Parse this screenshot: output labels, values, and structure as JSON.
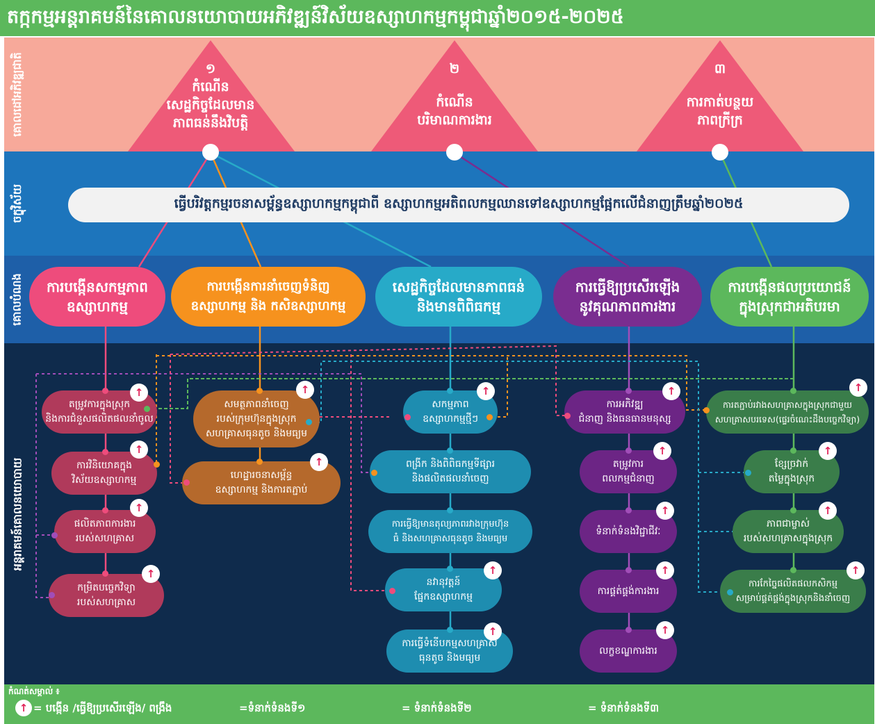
{
  "title": "តក្កកម្មអន្តរាគមន៍នៃគោលនយោបាយអភិវឌ្ឍន៍វិស័យឧស្សាហកម្មកម្ពុជាឆ្នាំ២០១៥-២០២៥",
  "section_labels": {
    "national_goals": "គោលដៅអភិវឌ្ឍជាតិ",
    "vision": "ចក្ខុវិស័យ",
    "objectives": "គោលបំណង",
    "interventions": "អន្តរាគមន៍គោលនយោបាយ"
  },
  "goals": [
    {
      "number": "១",
      "line1": "កំណើន",
      "line2": "សេដ្ឋកិច្ចដែលមាន",
      "line3": "ភាពធន់នឹងវិបត្តិ"
    },
    {
      "number": "២",
      "line1": "កំណើន",
      "line2": "បរិមាណការងារ",
      "line3": ""
    },
    {
      "number": "៣",
      "line1": "ការកាត់បន្ថយ",
      "line2": "ភាពក្រីក្រ",
      "line3": ""
    }
  ],
  "vision_text": "ធ្វើបរិវត្តកម្មរចនាសម្ព័ន្ធឧស្សាហកម្មកម្ពុជាពី ឧស្សាហកម្មអតិពលកម្មឈានទៅឧស្សាហកម្មផ្អែកលើជំនាញត្រឹមឆ្នាំ២០២៥",
  "objectives": [
    {
      "line1": "ការបង្កើនសកម្មភាព",
      "line2": "ឧស្សាហកម្ម"
    },
    {
      "line1": "ការបង្កើនការនាំចេញទំនិញ",
      "line2": "ឧស្សាហកម្ម និង កសិឧស្សាហកម្ម"
    },
    {
      "line1": "សេដ្ឋកិច្ចដែលមានភាពធន់",
      "line2": "និងមានពិពិធកម្ម"
    },
    {
      "line1": "ការធ្វើឱ្យប្រសើរឡើង",
      "line2": "នូវគុណភាពការងារ"
    },
    {
      "line1": "ការបង្កើនផលប្រយោជន៍",
      "line2": "ក្នុងស្រុកជាអតិបរមា"
    }
  ],
  "interventions": {
    "col1": [
      {
        "line1": "តម្រូវការក្នុងស្រុក",
        "line2": "និងការជំនួសផលិតផលនាំចូល"
      },
      {
        "line1": "ការវិនិយោគក្នុង",
        "line2": "វិស័យឧស្សាហកម្ម"
      },
      {
        "line1": "ផលិតភាពការងារ",
        "line2": "របស់សហគ្រាស"
      },
      {
        "line1": "កម្រិតបច្ចេកវិទ្យា",
        "line2": "របស់សហគ្រាស"
      }
    ],
    "col2": [
      {
        "line1": "សមត្ថភាពនាំចេញ",
        "line2": "របស់ក្រុមហ៊ុនក្នុងស្រុក",
        "line3": "សហគ្រាសធុនតូច និងមធ្យម"
      },
      {
        "line1": "ហេដ្ឋារចនាសម្ព័ន្ធ",
        "line2": "ឧស្សាហកម្ម និងការតភ្ជាប់",
        "line3": ""
      }
    ],
    "col3": [
      {
        "line1": "សកម្មភាព",
        "line2": "ឧស្សាហកម្មថ្មីៗ"
      },
      {
        "line1": "ពង្រីក និងពិពិធកម្មទីផ្សារ",
        "line2": "និងផលិតផលនាំចេញ"
      },
      {
        "line1": "ការធ្វើឱ្យមានតុល្យភាពរវាងក្រុមហ៊ុន",
        "line2": "ធំ និងសហគ្រាសធុនតូច និងមធ្យម"
      },
      {
        "line1": "នវានុវត្តន៍",
        "line2": "ផ្នែកឧស្សាហកម្ម"
      },
      {
        "line1": "ការធ្វើទំនើបកម្មសហគ្រាស",
        "line2": "ធុនតូច និងមធ្យម"
      }
    ],
    "col4": [
      {
        "line1": "ការអភិវឌ្ឍ",
        "line2": "ជំនាញ និងធនធានមនុស្ស"
      },
      {
        "line1": "តម្រូវការ",
        "line2": "ពលកម្មជំនាញ"
      },
      {
        "line1": "ទំនាក់ទំនងវិជ្ជាជីវៈ",
        "line2": ""
      },
      {
        "line1": "ការផ្គត់ផ្គង់ការងារ",
        "line2": ""
      },
      {
        "line1": "លក្ខខណ្ឌការងារ",
        "line2": ""
      }
    ],
    "col5": [
      {
        "line1": "ការតភ្ជាប់រវាងសហគ្រាសក្នុងស្រុកជាមួយ",
        "line2": "សហគ្រាសបរទេស(ផ្ទេរចំណេះដឹងបច្ចេកវិទ្យា)"
      },
      {
        "line1": "ខ្សែច្រវាក់",
        "line2": "តម្លៃក្នុងស្រុក"
      },
      {
        "line1": "ភាពជាម្ចាស់",
        "line2": "របស់សហគ្រាសក្នុងស្រុក"
      },
      {
        "line1": "ការកែច្នៃផលិតផលកសិកម្ម",
        "line2": "សម្រាប់ផ្គត់ផ្គង់ក្នុងស្រុកនិងនាំចេញ"
      }
    ]
  },
  "plus_symbol": "↑",
  "legend": {
    "title": "កំណត់សម្គាល់ ៖",
    "increase": "= បង្កើន /ធ្វើឱ្យប្រសើរឡើង/ ពង្រឹង",
    "link1": "=ទំនាក់ទំនងទី១",
    "link2": "= ទំនាក់ទំនងទី២",
    "link3": "= ទំនាក់ទំនងទី៣"
  },
  "colors": {
    "title_green": "#5cb85c",
    "goal_band": "#f7a99a",
    "goal_triangle": "#ee5a78",
    "vision_band": "#1d75bc",
    "objective_band": "#1e5fa8",
    "intervention_band": "#0f2b4c",
    "pink": "#ee4c7c",
    "orange": "#f6921e",
    "teal": "#27aac8",
    "purple": "#7a2d90",
    "green": "#5cb85c",
    "maroon": "#b03a5b",
    "brown": "#b5692c",
    "dark_teal": "#1e8db0",
    "dark_purple": "#6c2585",
    "dark_green": "#3a7d4a"
  }
}
